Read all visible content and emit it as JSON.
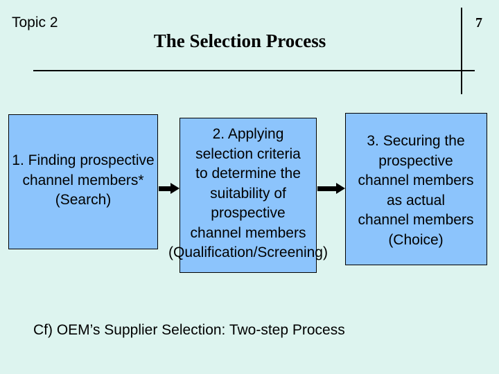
{
  "slide": {
    "background_color": "#ddf4ef",
    "box_fill_color": "#8cc4fc",
    "text_color": "#000000"
  },
  "header": {
    "topic_label": "Topic 2",
    "title": "The Selection Process",
    "page_number": "7"
  },
  "process": {
    "steps": [
      {
        "id": "step-1",
        "text": "1.  Finding prospective\nchannel members*\n(Search)"
      },
      {
        "id": "step-2",
        "text": "2. Applying\nselection criteria\nto determine the\nsuitability of\nprospective\nchannel members\n(Qualification/Screening)"
      },
      {
        "id": "step-3",
        "text": "3. Securing the\nprospective\nchannel members\nas actual\nchannel members\n(Choice)"
      }
    ],
    "connectors": [
      {
        "id": "arrow-1",
        "icon": "arrow-right-icon"
      },
      {
        "id": "arrow-2",
        "icon": "arrow-right-icon"
      }
    ]
  },
  "footnote": {
    "text": "Cf) OEM’s Supplier Selection: Two-step Process"
  }
}
